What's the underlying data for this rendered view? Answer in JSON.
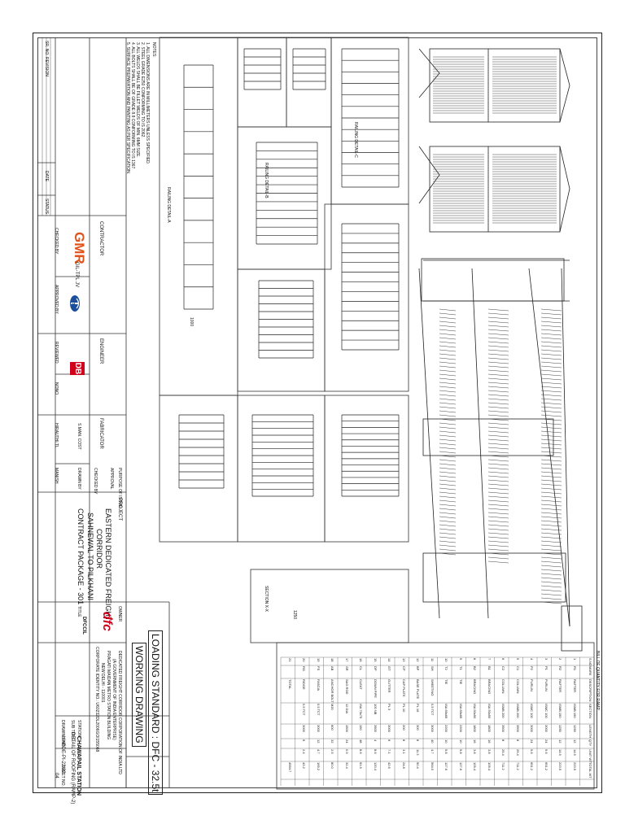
{
  "revision_block": {
    "sr_no": "SR. NO.",
    "revision": "REVISION",
    "date": "DATE",
    "status": "STATUS"
  },
  "contractor": {
    "heading": "CONTRACTOR",
    "jv": "GIL-TPL JV",
    "checked_by": "CHECKED BY",
    "approved_by": "APPROVED BY",
    "logo_gmr": "GMR",
    "logo_tata": "TATA"
  },
  "engineer": {
    "heading": "ENGINEER",
    "reviewed": "REVIEWED",
    "logo": "DB",
    "name": "NONO"
  },
  "fabricator": {
    "heading": "FABRICATOR",
    "sub": "S.MAN. COST",
    "name": "HIRAUTHI TL",
    "purpose_heading": "PURPOSE OF ISSUE",
    "purpose": "APPROVAL",
    "checked": "CHECKED BY",
    "drawn": "DRAWN BY",
    "drawn_name": "MANISH"
  },
  "project": {
    "heading": "PROJECT",
    "line1": "EASTERN DEDICATED FREIGHT",
    "line2": "CORRIDOR",
    "line3": "SAHNEWAL TO PILKHANI",
    "line4": "CONTRACT PACKAGE - 301"
  },
  "owner": {
    "heading": "OWNER",
    "logo": "dfc",
    "org": "DFCCIL",
    "line1": "DEDICATED FREIGHT CORRIDOR CORPORATION OF INDIA LTD",
    "line2": "(A GOVERNMENT OF INDIA ENTERPRISE)",
    "line3": "PRAGATI MAIDAN METRO STATION BUILDING",
    "line4": "NEW DELHI - 110001",
    "line5": "CORPORATE IDENTITY NO.: U60232DL2006GOI155068"
  },
  "title_block": {
    "heading": "TITLE",
    "loading": "LOADING STANDARD : DFC - 32.5t",
    "working": "WORKING DRAWING",
    "station_label": "STATION",
    "station": "CHAWAPAIL STATION",
    "sub_title_label": "SUB TITLE",
    "sub_title": "DETAIL OF ROOFING (RAMP-2)",
    "drawing_label": "DRAWING NO.",
    "drawing_no": "HHBDE-PI-22/22",
    "sheet_label": "SHEET NO.",
    "sheet_no": "04"
  },
  "notes": {
    "heading": "NOTES:",
    "items": [
      "1. ALL DIMENSIONS ARE IN MILLIMETERS UNLESS SPECIFIED.",
      "2. STEEL GRADE E250 CONFORMING TO IS 2062.",
      "3. ALL WELDS SHALL BE FILLET WELDS OF MIN. 6MM SIZE.",
      "4. ALL BOLTS SHALL BE OF GRADE 8.8 CONFORMING TO IS 1367.",
      "5. SURFACE PREPARATION AND PAINTING AS PER SPECIFICATION."
    ]
  },
  "boq": {
    "heading": "BILL OF QUANTITY FOR RAMP",
    "columns": [
      "S.NO.",
      "MARK",
      "DESCRIPTION",
      "SECTION",
      "LENGTH",
      "QTY",
      "UNIT WT",
      "TOTAL WT"
    ],
    "rows": [
      [
        "1",
        "R1",
        "RAFTER",
        "ISMB 150",
        "1250",
        "12",
        "14.9",
        "223.5"
      ],
      [
        "2",
        "R2",
        "RAFTER",
        "ISMB 150",
        "1250",
        "12",
        "14.9",
        "223.5"
      ],
      [
        "3",
        "P1",
        "PURLIN",
        "ISMC 100",
        "3000",
        "24",
        "9.6",
        "691.2"
      ],
      [
        "4",
        "P2",
        "PURLIN",
        "ISMC 100",
        "3000",
        "24",
        "9.6",
        "691.2"
      ],
      [
        "5",
        "C1",
        "COLUMN",
        "ISMB 200",
        "3500",
        "8",
        "25.4",
        "711.2"
      ],
      [
        "6",
        "C2",
        "COLUMN",
        "ISMB 200",
        "3500",
        "8",
        "25.4",
        "711.2"
      ],
      [
        "7",
        "B1",
        "BRACING",
        "ISA 50x50",
        "1800",
        "16",
        "3.8",
        "109.4"
      ],
      [
        "8",
        "B2",
        "BRACING",
        "ISA 50x50",
        "1800",
        "16",
        "3.8",
        "109.4"
      ],
      [
        "9",
        "T1",
        "TIE",
        "ISA 65x65",
        "2200",
        "10",
        "5.8",
        "127.6"
      ],
      [
        "10",
        "T2",
        "TIE",
        "ISA 65x65",
        "2200",
        "10",
        "5.8",
        "127.6"
      ],
      [
        "11",
        "SH",
        "SHEETING",
        "0.5 TCT",
        "3000",
        "40",
        "4.7",
        "564.0"
      ],
      [
        "12",
        "BP",
        "BASE PLATE",
        "PL 16",
        "300",
        "8",
        "11.3",
        "90.4"
      ],
      [
        "13",
        "CP",
        "CAP PLATE",
        "PL 10",
        "200",
        "8",
        "3.1",
        "24.8"
      ],
      [
        "14",
        "GT",
        "GUTTER",
        "PL 3",
        "3000",
        "6",
        "7.1",
        "42.6"
      ],
      [
        "15",
        "DP",
        "DOWN PIPE",
        "100 NB",
        "3500",
        "4",
        "8.6",
        "120.4"
      ],
      [
        "16",
        "CL",
        "CLEAT",
        "ISA 75x75",
        "150",
        "48",
        "8.6",
        "61.9"
      ],
      [
        "17",
        "SR",
        "SAG ROD",
        "12 DIA",
        "1500",
        "24",
        "0.9",
        "32.4"
      ],
      [
        "18",
        "AB",
        "ANCHOR BOLT",
        "M20",
        "600",
        "32",
        "2.5",
        "80.0"
      ],
      [
        "19",
        "FS",
        "FASCIA",
        "0.5 TCT",
        "3000",
        "12",
        "4.7",
        "169.2"
      ],
      [
        "20",
        "RG",
        "RIDGE",
        "0.5 TCT",
        "3000",
        "6",
        "2.4",
        "43.2"
      ],
      [
        "21",
        "",
        "TOTAL",
        "",
        "",
        "",
        "",
        "4954.7"
      ]
    ]
  },
  "detail_labels": {
    "panel_a": "RAILING DETAIL-A",
    "panel_b": "RAILING DETAIL-B",
    "panel_c": "RAILING DETAIL-C",
    "section": "SECTION X-X",
    "dim_1000": "1000",
    "dim_1250": "1250"
  }
}
